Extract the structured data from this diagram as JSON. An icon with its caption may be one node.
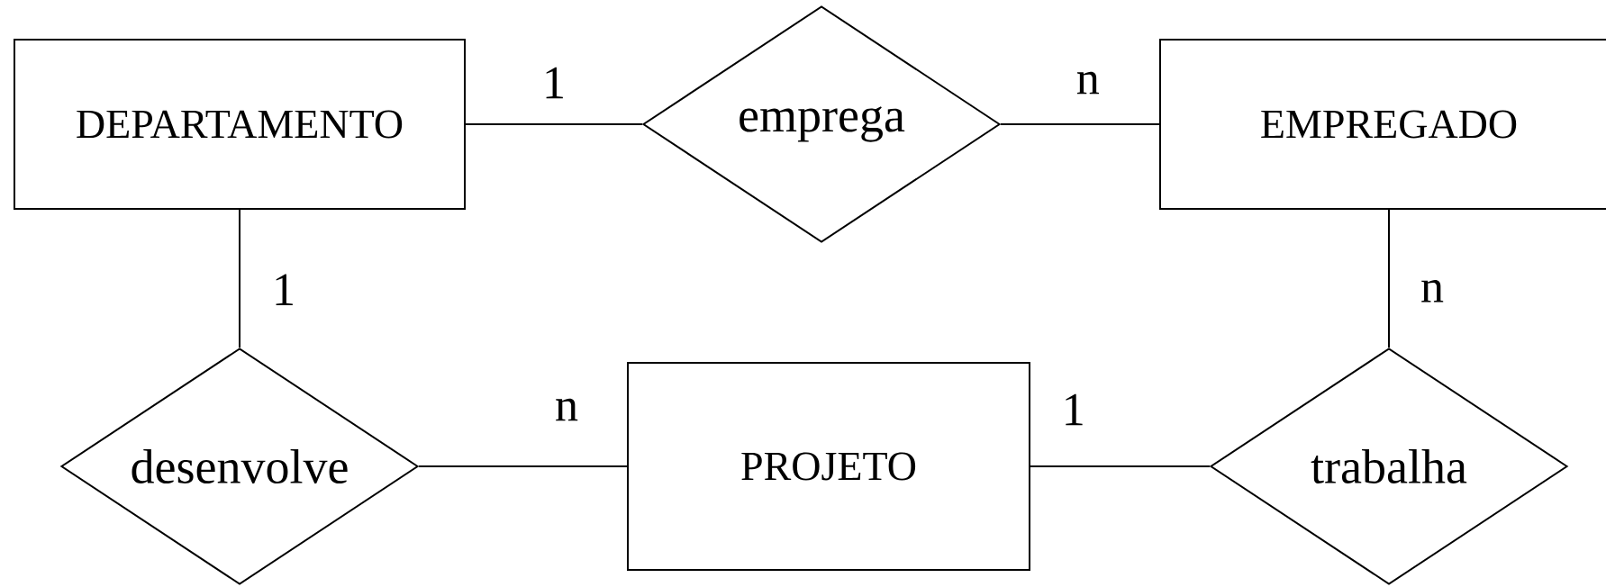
{
  "diagram": {
    "nodes": [
      {
        "text": [
          "DEPARTAMENTO"
        ]
      },
      {
        "text": [
          "emprega"
        ]
      },
      {
        "text": [
          "EMPREGADO"
        ]
      },
      {
        "text": [
          "desenvolve"
        ]
      },
      {
        "text": [
          "PROJETO"
        ]
      },
      {
        "text": [
          "trabalha"
        ]
      }
    ],
    "edges": [
      {
        "from": 0,
        "to": 1,
        "arrow": "none",
        "label": "1"
      },
      {
        "from": 1,
        "to": 2,
        "arrow": "none",
        "label": "n"
      },
      {
        "from": 0,
        "to": 3,
        "arrow": "none",
        "label": "1"
      },
      {
        "from": 3,
        "to": 4,
        "arrow": "none",
        "label": "n"
      },
      {
        "from": 4,
        "to": 5,
        "arrow": "none",
        "label": "1"
      },
      {
        "from": 2,
        "to": 5,
        "arrow": "none",
        "label": "n"
      }
    ]
  }
}
